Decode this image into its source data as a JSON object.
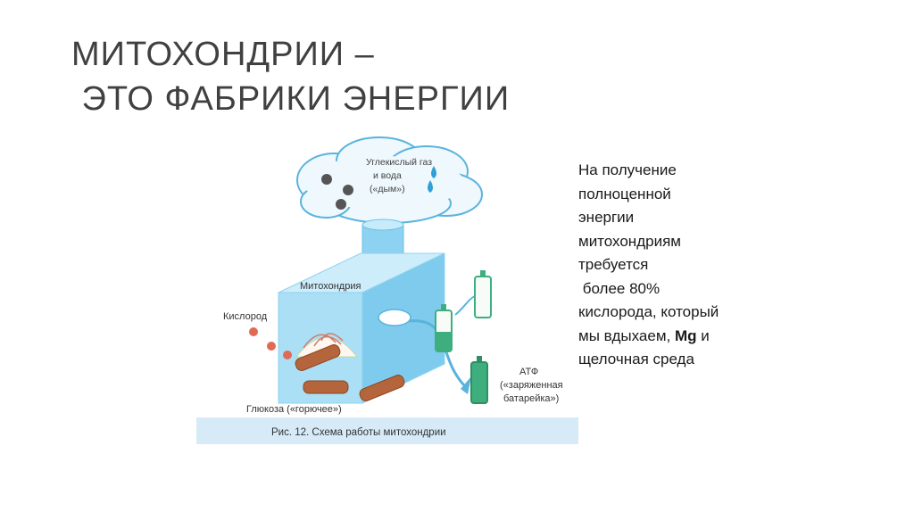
{
  "slide": {
    "title_line1": "МИТОХОНДРИИ –",
    "title_line2": " ЭТО ФАБРИКИ ЭНЕРГИИ"
  },
  "figure": {
    "cloud_label_line1": "Углекислый газ",
    "cloud_label_line2": "и вода",
    "cloud_label_line3": "(«дым»)",
    "mito_label": "Митохондрия",
    "oxygen_label": "Кислород",
    "glucose_label": "Глюкоза («горючее»)",
    "atp_label_line1": "АТФ",
    "atp_label_line2": "(«заряженная",
    "atp_label_line3": "батарейка»)",
    "caption": "Рис. 12. Схема работы митохондрии"
  },
  "text": {
    "part1": "На получение\nполноценной\nэнергии\nмитохондриям\nтребуется\n более 80%\nкислорода, который\nмы вдыхаем, ",
    "bold": "Mg",
    "part2": " и\nщелочная среда"
  }
}
